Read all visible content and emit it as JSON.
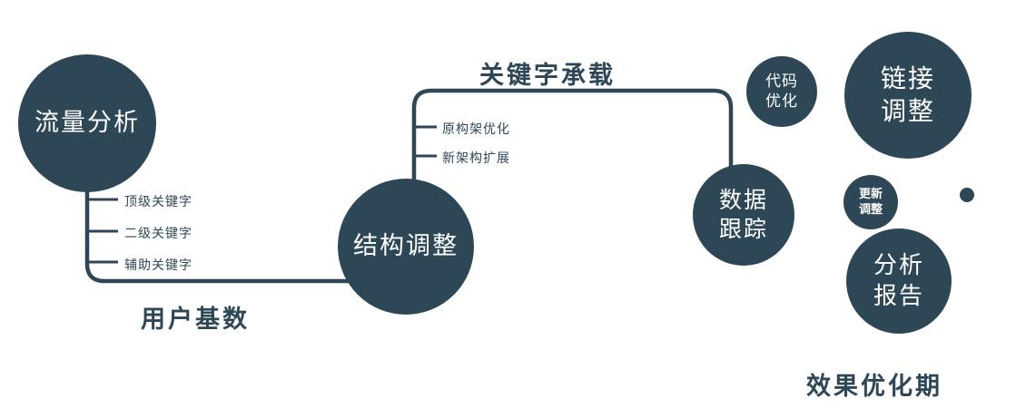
{
  "colors": {
    "primary": "#2e4756",
    "background": "#ffffff",
    "node_text": "#ffffff"
  },
  "nodes": {
    "traffic_analysis": {
      "label": "流量分析"
    },
    "structure_adjustment": {
      "label": "结构调整"
    },
    "data_tracking": {
      "line1": "数据",
      "line2": "跟踪"
    },
    "code_optimization": {
      "line1": "代码",
      "line2": "优化"
    },
    "link_adjustment": {
      "line1": "链接",
      "line2": "调整"
    },
    "update_adjustment": {
      "line1": "更新",
      "line2": "调整"
    },
    "analysis_report": {
      "line1": "分析",
      "line2": "报告"
    }
  },
  "edge_labels": {
    "user_base": "用户基数",
    "keyword_carry": "关键字承载",
    "effect_optimization_period": "效果优化期"
  },
  "traffic_branches": [
    "顶级关键字",
    "二级关键字",
    "辅助关键字"
  ],
  "structure_branches": [
    "原构架优化",
    "新架构扩展"
  ]
}
